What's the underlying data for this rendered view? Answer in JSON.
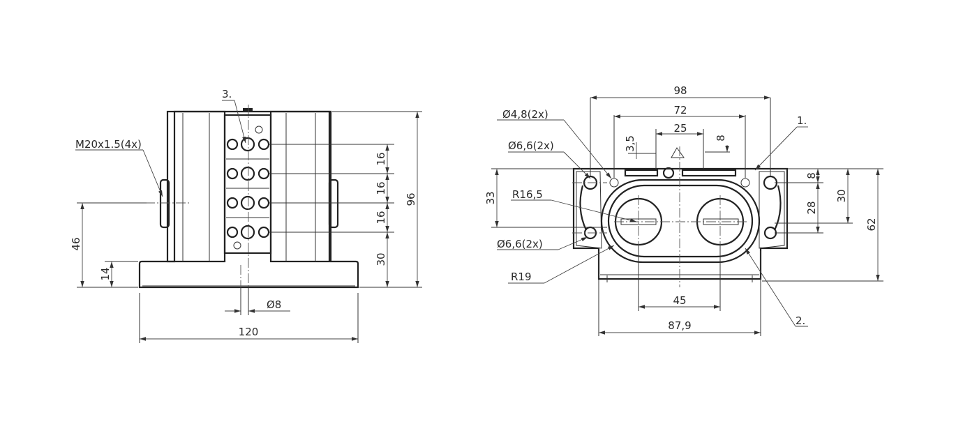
{
  "side_view": {
    "thread_label": "M20x1.5(4x)",
    "callout_3": "3.",
    "dims": {
      "d16a": "16",
      "d16b": "16",
      "d16c": "16",
      "d30": "30",
      "d96": "96",
      "d46": "46",
      "d14": "14",
      "d8": "Ø8",
      "d120": "120"
    }
  },
  "top_view": {
    "callout_1": "1.",
    "callout_2": "2.",
    "labels": {
      "hole48": "Ø4,8(2x)",
      "hole66a": "Ø6,6(2x)",
      "hole66b": "Ø6,6(2x)",
      "r165": "R16,5",
      "r19": "R19"
    },
    "dims": {
      "d98": "98",
      "d72": "72",
      "d25": "25",
      "d35": "3,5",
      "d8top": "8",
      "d33": "33",
      "d8": "8",
      "d30": "30",
      "d28": "28",
      "d62": "62",
      "d45": "45",
      "d879": "87,9"
    }
  }
}
